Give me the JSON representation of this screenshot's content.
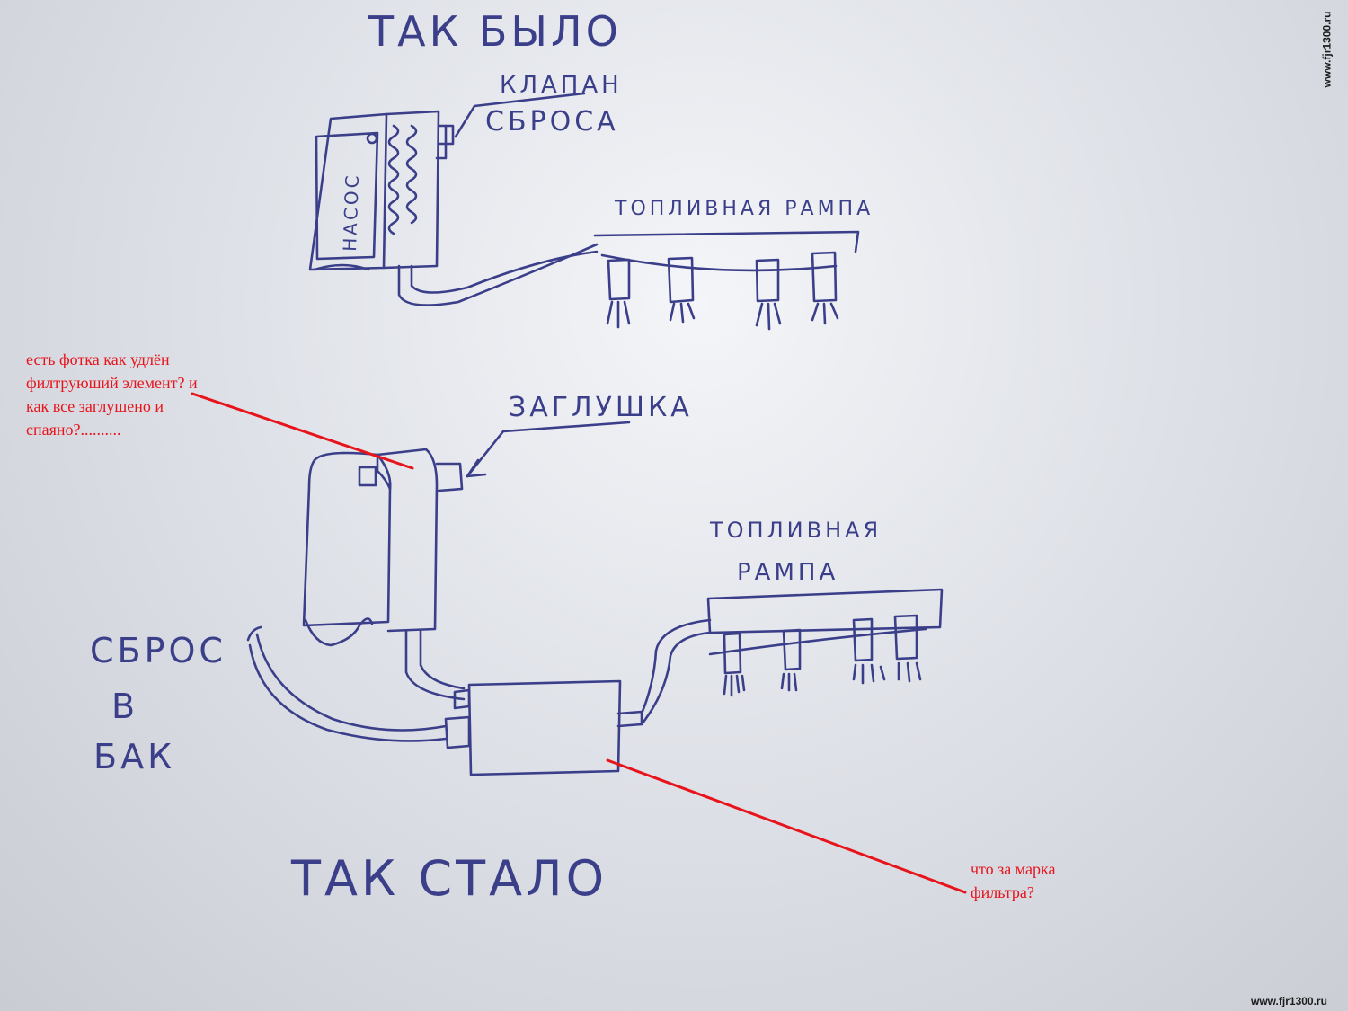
{
  "top": {
    "title": "ТАК БЫЛО",
    "pump_label": "НАСОС",
    "valve_label_line1": "КЛАПАН",
    "valve_label_line2": "СБРОСА",
    "rail_label": "ТОПЛИВНАЯ РАМПА"
  },
  "bottom": {
    "plug_label": "ЗАГЛУШКА",
    "rail_label_line1": "ТОПЛИВНАЯ",
    "rail_label_line2": "РАМПА",
    "return_label_line1": "СБРОС",
    "return_label_line2": "В",
    "return_label_line3": "БАК",
    "title": "ТАК СТАЛО"
  },
  "notes": {
    "question_1": "есть фотка как удлён филтруюший элемент?  и как все заглушено и спаяно?..........",
    "question_2": "что за марка фильтра?"
  },
  "watermark": {
    "side": "www.fjr1300.ru",
    "corner": "www.fjr1300.ru"
  },
  "colors": {
    "ink": "#3b3f8a",
    "annotation": "#e8141c",
    "paper": "#e3e5ea"
  }
}
